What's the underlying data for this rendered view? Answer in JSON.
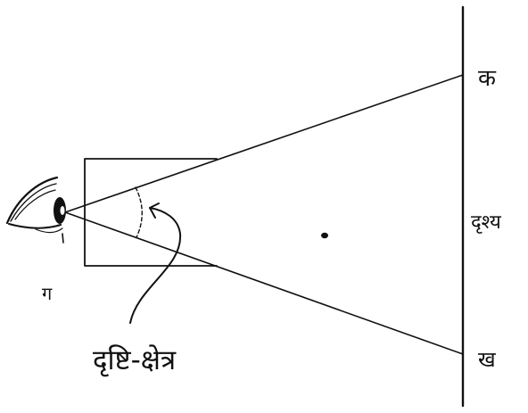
{
  "diagram": {
    "labels": {
      "top_point": "क",
      "bottom_point": "ख",
      "scene": "दृश्य",
      "eye_point": "ग",
      "field_of_view": "दृष्टि-क्षेत्र"
    }
  }
}
